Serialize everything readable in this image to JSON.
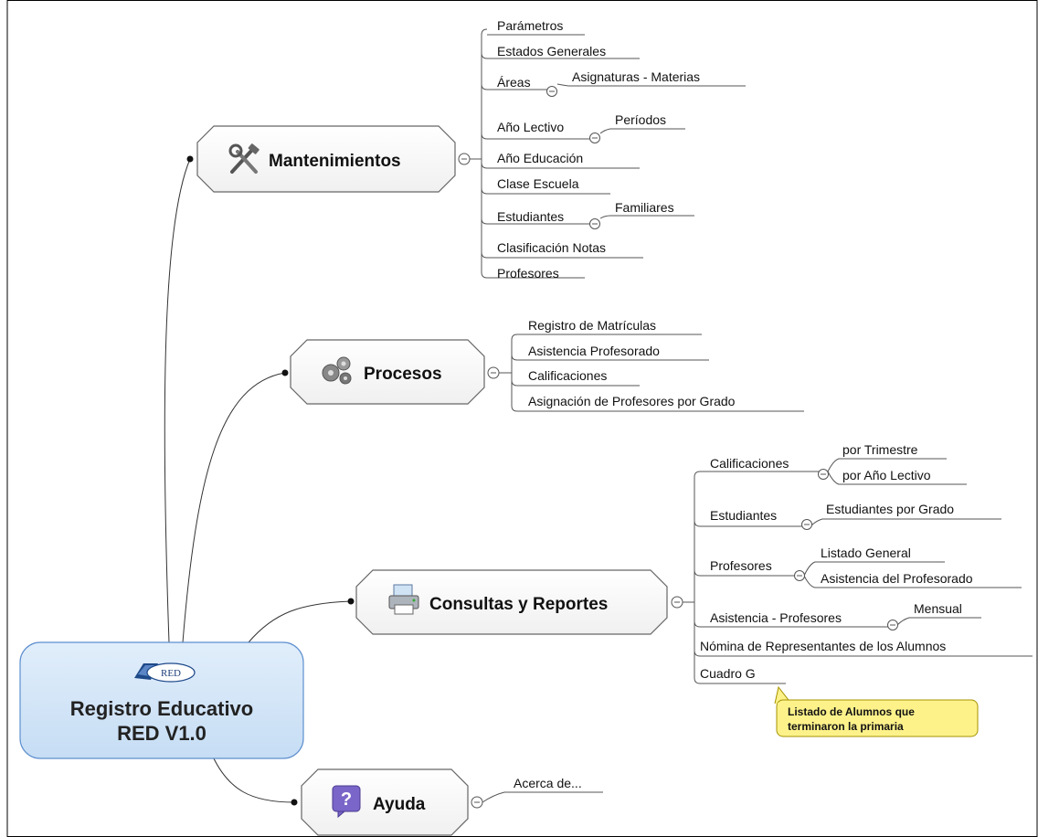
{
  "root": {
    "logo_text": "RED",
    "line1": "Registro Educativo",
    "line2": "RED V1.0"
  },
  "toggle_symbol": "⊖",
  "branches": {
    "mantenimientos": {
      "label": "Mantenimientos",
      "icon": "tools-icon",
      "items": [
        "Parámetros",
        "Estados Generales",
        "Áreas",
        "Asignaturas - Materias",
        "Año Lectivo",
        "Períodos",
        "Año Educación",
        "Clase Escuela",
        "Estudiantes",
        "Familiares",
        "Clasificación Notas",
        "Profesores"
      ]
    },
    "procesos": {
      "label": "Procesos",
      "icon": "gears-icon",
      "items": [
        "Registro de Matrículas",
        "Asistencia Profesorado",
        "Calificaciones",
        "Asignación de Profesores por Grado"
      ]
    },
    "consultas": {
      "label": "Consultas y Reportes",
      "icon": "printer-icon",
      "items": [
        "Calificaciones",
        "por Trimestre",
        "por Año Lectivo",
        "Estudiantes",
        "Estudiantes por Grado",
        "Profesores",
        "Listado General",
        "Asistencia del Profesorado",
        "Asistencia - Profesores",
        "Mensual",
        "Nómina de Representantes de los Alumnos",
        "Cuadro G"
      ],
      "callout": [
        "Listado de Alumnos que",
        "terminaron la primaria"
      ]
    },
    "ayuda": {
      "label": "Ayuda",
      "icon": "help-icon",
      "items": [
        "Acerca de..."
      ]
    }
  }
}
